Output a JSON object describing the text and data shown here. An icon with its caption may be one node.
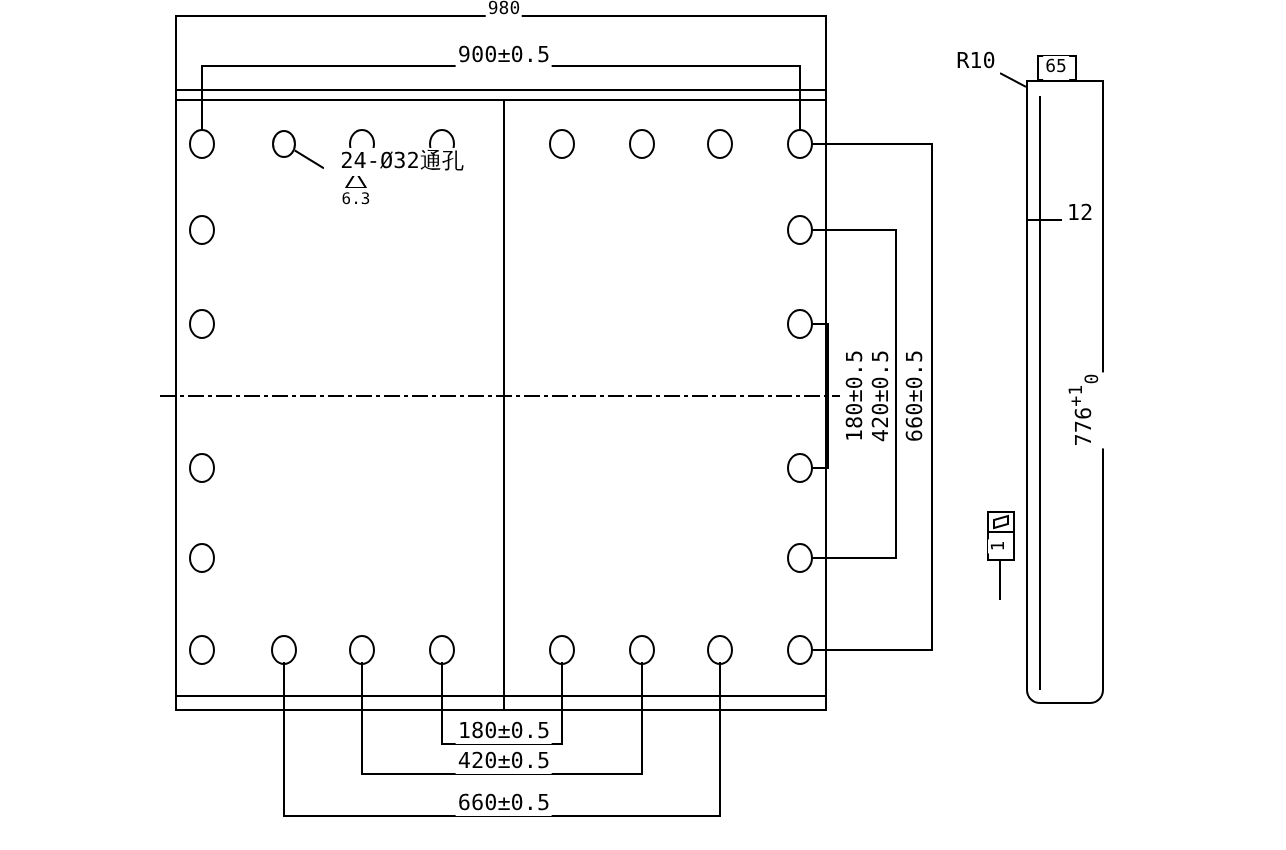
{
  "diagram": {
    "nodes": [
      {
        "text": [
          "24-Ø32通孔"
        ]
      },
      {
        "text": [],
        "shape": "circle"
      },
      {
        "text": [
          "R10"
        ]
      },
      {
        "text": [
          "12"
        ],
        "in": 4
      },
      {
        "text": [],
        "shape": "box"
      }
    ],
    "edges": [
      {
        "from": 0,
        "to": 1,
        "arrow": "none"
      },
      {
        "from": 2,
        "to": 4,
        "arrow": "none"
      },
      {
        "from": 3,
        "to": 4,
        "arrow": "none"
      }
    ],
    "labels": [
      "980",
      "900±0.5",
      "6.3",
      "180±0.5",
      "420±0.5",
      "660±0.5",
      "180±0.5",
      "420±0.5",
      "660±0.5",
      "65",
      "776$^{+1}$$_{0}$",
      "1"
    ]
  }
}
